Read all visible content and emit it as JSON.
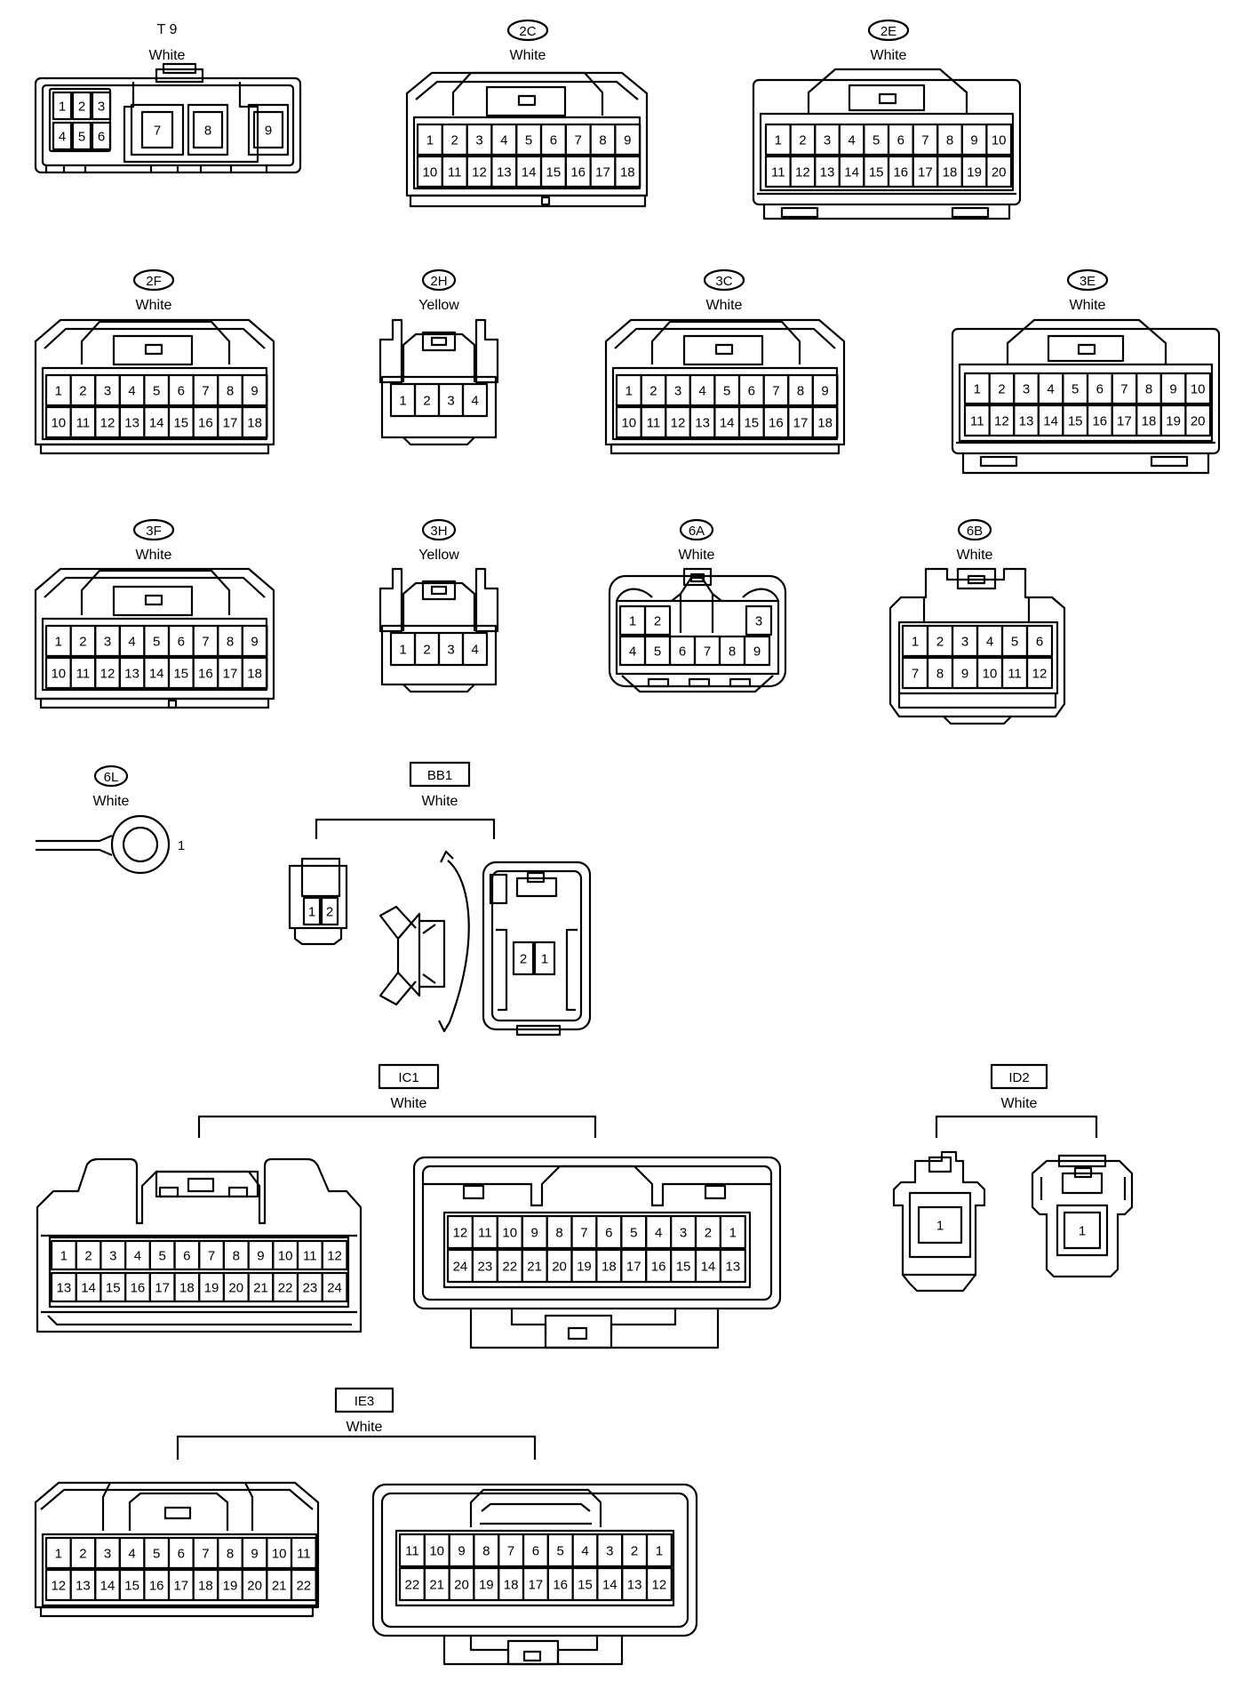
{
  "connectors": [
    {
      "id": "T 9",
      "tag": "plain",
      "color": "White",
      "pins": [
        [
          "1",
          "2",
          "3"
        ],
        [
          "4",
          "5",
          "6"
        ],
        [
          "7",
          "8",
          "9"
        ]
      ]
    },
    {
      "id": "2C",
      "tag": "oval",
      "color": "White",
      "pins": [
        [
          "1",
          "2",
          "3",
          "4",
          "5",
          "6",
          "7",
          "8",
          "9"
        ],
        [
          "10",
          "11",
          "12",
          "13",
          "14",
          "15",
          "16",
          "17",
          "18"
        ]
      ]
    },
    {
      "id": "2E",
      "tag": "oval",
      "color": "White",
      "pins": [
        [
          "1",
          "2",
          "3",
          "4",
          "5",
          "6",
          "7",
          "8",
          "9",
          "10"
        ],
        [
          "11",
          "12",
          "13",
          "14",
          "15",
          "16",
          "17",
          "18",
          "19",
          "20"
        ]
      ]
    },
    {
      "id": "2F",
      "tag": "oval",
      "color": "White",
      "pins": [
        [
          "1",
          "2",
          "3",
          "4",
          "5",
          "6",
          "7",
          "8",
          "9"
        ],
        [
          "10",
          "11",
          "12",
          "13",
          "14",
          "15",
          "16",
          "17",
          "18"
        ]
      ]
    },
    {
      "id": "2H",
      "tag": "oval",
      "color": "Yellow",
      "pins": [
        [
          "1",
          "2",
          "3",
          "4"
        ]
      ]
    },
    {
      "id": "3C",
      "tag": "oval",
      "color": "White",
      "pins": [
        [
          "1",
          "2",
          "3",
          "4",
          "5",
          "6",
          "7",
          "8",
          "9"
        ],
        [
          "10",
          "11",
          "12",
          "13",
          "14",
          "15",
          "16",
          "17",
          "18"
        ]
      ]
    },
    {
      "id": "3E",
      "tag": "oval",
      "color": "White",
      "pins": [
        [
          "1",
          "2",
          "3",
          "4",
          "5",
          "6",
          "7",
          "8",
          "9",
          "10"
        ],
        [
          "11",
          "12",
          "13",
          "14",
          "15",
          "16",
          "17",
          "18",
          "19",
          "20"
        ]
      ]
    },
    {
      "id": "3F",
      "tag": "oval",
      "color": "White",
      "pins": [
        [
          "1",
          "2",
          "3",
          "4",
          "5",
          "6",
          "7",
          "8",
          "9"
        ],
        [
          "10",
          "11",
          "12",
          "13",
          "14",
          "15",
          "16",
          "17",
          "18"
        ]
      ]
    },
    {
      "id": "3H",
      "tag": "oval",
      "color": "Yellow",
      "pins": [
        [
          "1",
          "2",
          "3",
          "4"
        ]
      ]
    },
    {
      "id": "6A",
      "tag": "oval",
      "color": "White",
      "pins": [
        [
          "1",
          "2",
          "3"
        ],
        [
          "4",
          "5",
          "6",
          "7",
          "8",
          "9"
        ]
      ]
    },
    {
      "id": "6B",
      "tag": "oval",
      "color": "White",
      "pins": [
        [
          "1",
          "2",
          "3",
          "4",
          "5",
          "6"
        ],
        [
          "7",
          "8",
          "9",
          "10",
          "11",
          "12"
        ]
      ]
    },
    {
      "id": "6L",
      "tag": "oval",
      "color": "White",
      "pins": [
        [
          "1"
        ]
      ]
    },
    {
      "id": "BB1",
      "tag": "box",
      "color": "White",
      "pins": [
        [
          "1",
          "2"
        ],
        [
          "2",
          "1"
        ]
      ]
    },
    {
      "id": "IC1",
      "tag": "box",
      "color": "White",
      "pins": [
        [
          "1",
          "2",
          "3",
          "4",
          "5",
          "6",
          "7",
          "8",
          "9",
          "10",
          "11",
          "12"
        ],
        [
          "13",
          "14",
          "15",
          "16",
          "17",
          "18",
          "19",
          "20",
          "21",
          "22",
          "23",
          "24"
        ],
        [
          "12",
          "11",
          "10",
          "9",
          "8",
          "7",
          "6",
          "5",
          "4",
          "3",
          "2",
          "1"
        ],
        [
          "24",
          "23",
          "22",
          "21",
          "20",
          "19",
          "18",
          "17",
          "16",
          "15",
          "14",
          "13"
        ]
      ]
    },
    {
      "id": "ID2",
      "tag": "box",
      "color": "White",
      "pins": [
        [
          "1"
        ],
        [
          "1"
        ]
      ]
    },
    {
      "id": "IE3",
      "tag": "box",
      "color": "White",
      "pins": [
        [
          "1",
          "2",
          "3",
          "4",
          "5",
          "6",
          "7",
          "8",
          "9",
          "10",
          "11"
        ],
        [
          "12",
          "13",
          "14",
          "15",
          "16",
          "17",
          "18",
          "19",
          "20",
          "21",
          "22"
        ],
        [
          "11",
          "10",
          "9",
          "8",
          "7",
          "6",
          "5",
          "4",
          "3",
          "2",
          "1"
        ],
        [
          "22",
          "21",
          "20",
          "19",
          "18",
          "17",
          "16",
          "15",
          "14",
          "13",
          "12"
        ]
      ]
    }
  ]
}
